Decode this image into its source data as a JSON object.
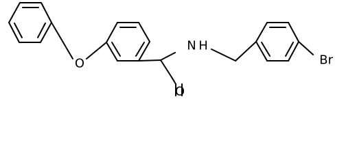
{
  "molecule": {
    "atoms": [
      {
        "id": "O_ether",
        "symbol": "O",
        "label": "O"
      },
      {
        "id": "O_carbonyl",
        "symbol": "O",
        "label": "O"
      },
      {
        "id": "N_amide",
        "symbol": "N",
        "label": "N"
      },
      {
        "id": "H_amide",
        "symbol": "H",
        "label": "H"
      },
      {
        "id": "Br",
        "symbol": "Br",
        "label": "Br"
      }
    ]
  },
  "colors": {
    "bond": "#000000",
    "label": "#000000",
    "background": "#ffffff"
  }
}
